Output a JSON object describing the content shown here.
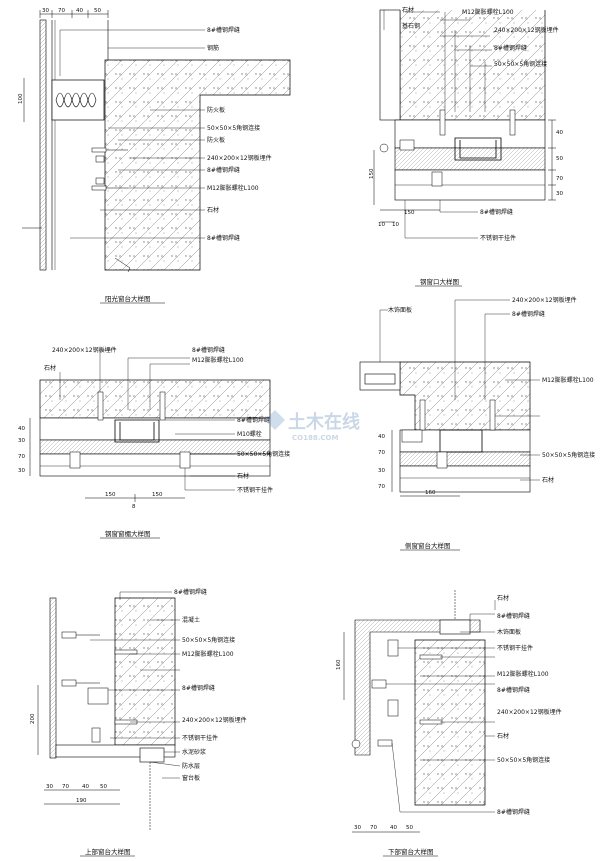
{
  "details": [
    {
      "title": "阳光窗台大样图",
      "top_dims": [
        "30",
        "70",
        "40",
        "50"
      ],
      "side_dim": "100",
      "labels": [
        "8#槽钢焊缝",
        "钢筋",
        "防火板",
        "50×50×5角钢连接",
        "防火板",
        "240×200×12钢板埋件",
        "8#槽钢焊缝",
        "M12膨胀螺栓L100",
        "石材",
        "8#槽钢焊缝"
      ]
    },
    {
      "title": "钢窗口大样图",
      "top_labels": [
        "石材",
        "基石钢",
        "M12膨胀螺栓L100",
        "240×200×12钢板埋件",
        "8#槽钢焊缝",
        "50×50×5角钢连接"
      ],
      "right_dims": [
        "40",
        "50",
        "70",
        "30"
      ],
      "left_dims": [
        "150",
        "150",
        "10",
        "10"
      ],
      "bottom_labels": [
        "8#槽钢焊缝",
        "不锈钢干挂件"
      ]
    },
    {
      "title": "钢窗窗楣大样图",
      "labels_top": [
        "240×200×12钢板埋件",
        "8#槽钢焊缝",
        "M12膨胀螺栓L100"
      ],
      "left_label": "石材",
      "right_labels": [
        "8#槽钢焊缝",
        "M10螺栓",
        "50×50×5角钢连接",
        "石材",
        "不锈钢干挂件"
      ],
      "left_dims": [
        "40",
        "30",
        "70",
        "30"
      ],
      "bottom_dims": [
        "150",
        "150",
        "8"
      ]
    },
    {
      "title": "侧窗窗台大样图",
      "labels": [
        "240×200×12钢板埋件",
        "木饰面板",
        "8#槽钢焊缝",
        "M12膨胀螺栓L100",
        "50×50×5角钢连接",
        "石材"
      ],
      "left_dims": [
        "40",
        "70",
        "30",
        "70"
      ],
      "bottom_dim": "160"
    },
    {
      "title": "上部窗台大样图",
      "labels": [
        "8#槽钢焊缝",
        "混凝土",
        "50×50×5角钢连接",
        "M12膨胀螺栓L100",
        "8#槽钢焊缝",
        "240×200×12钢板埋件",
        "不锈钢干挂件",
        "水泥砂浆",
        "防水层",
        "窗台板"
      ],
      "side_dim": "200",
      "bottom_dims": [
        "30",
        "70",
        "40",
        "50"
      ],
      "total_dim": "190"
    },
    {
      "title": "下部窗台大样图",
      "labels": [
        "石材",
        "8#槽钢焊缝",
        "木饰面板",
        "不锈钢干挂件",
        "M12膨胀螺栓L100",
        "8#槽钢焊缝",
        "240×200×12钢板埋件",
        "石材",
        "50×50×5角钢连接",
        "8#槽钢焊缝"
      ],
      "side_dim": "160",
      "bottom_dims": [
        "30",
        "70",
        "40",
        "50"
      ]
    }
  ],
  "watermark": {
    "name": "土木在线",
    "url": "CO188.COM"
  }
}
